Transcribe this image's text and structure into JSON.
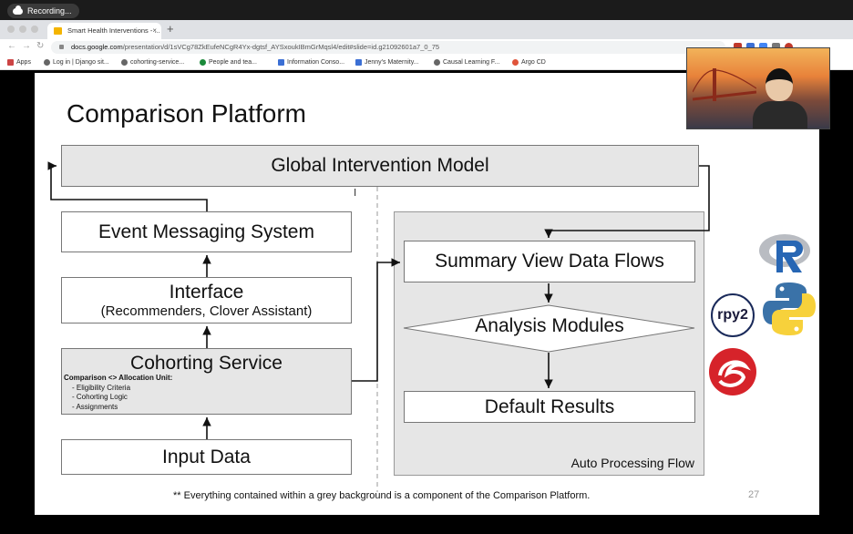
{
  "recording": {
    "label": "Recording..."
  },
  "browser": {
    "tab_title": "Smart Health Interventions - ...",
    "url_domain": "docs.google.com",
    "url_path": "/presentation/d/1sVCg78ZkEufeNCgR4Yx-dgtsf_AYSxoukIBmGrMqsl4/edit#slide=id.g21092601a7_0_75",
    "bookmarks": [
      {
        "label": "Apps"
      },
      {
        "label": "Log in | Django sit..."
      },
      {
        "label": "cohorting-service..."
      },
      {
        "label": "People and tea..."
      },
      {
        "label": "Information Conso..."
      },
      {
        "label": "Jenny's Maternity..."
      },
      {
        "label": "Causal Learning F..."
      },
      {
        "label": "Argo CD"
      }
    ]
  },
  "slide": {
    "title": "Comparison Platform",
    "global_model": "Global Intervention Model",
    "event_messaging": "Event Messaging System",
    "interface_title": "Interface",
    "interface_sub": "(Recommenders, Clover Assistant)",
    "cohorting_title": "Cohorting Service",
    "cohorting_heading": "Comparison <> Allocation Unit:",
    "cohorting_items": [
      "- Eligibility Criteria",
      "- Cohorting Logic",
      "- Assignments"
    ],
    "input_data": "Input Data",
    "summary_flows": "Summary View Data Flows",
    "analysis_modules": "Analysis Modules",
    "default_results": "Default Results",
    "auto_processing": "Auto Processing Flow",
    "footnote": "** Everything contained within a grey background is a component of the Comparison Platform.",
    "page_number": "27"
  },
  "logos": {
    "r": "R",
    "rpy2": "rpy2"
  },
  "colors": {
    "grey_box": "#e6e6e6",
    "r_blue": "#2766b4",
    "python_blue": "#3a72a8",
    "python_yellow": "#f7d13b",
    "s_red": "#d6232a"
  }
}
